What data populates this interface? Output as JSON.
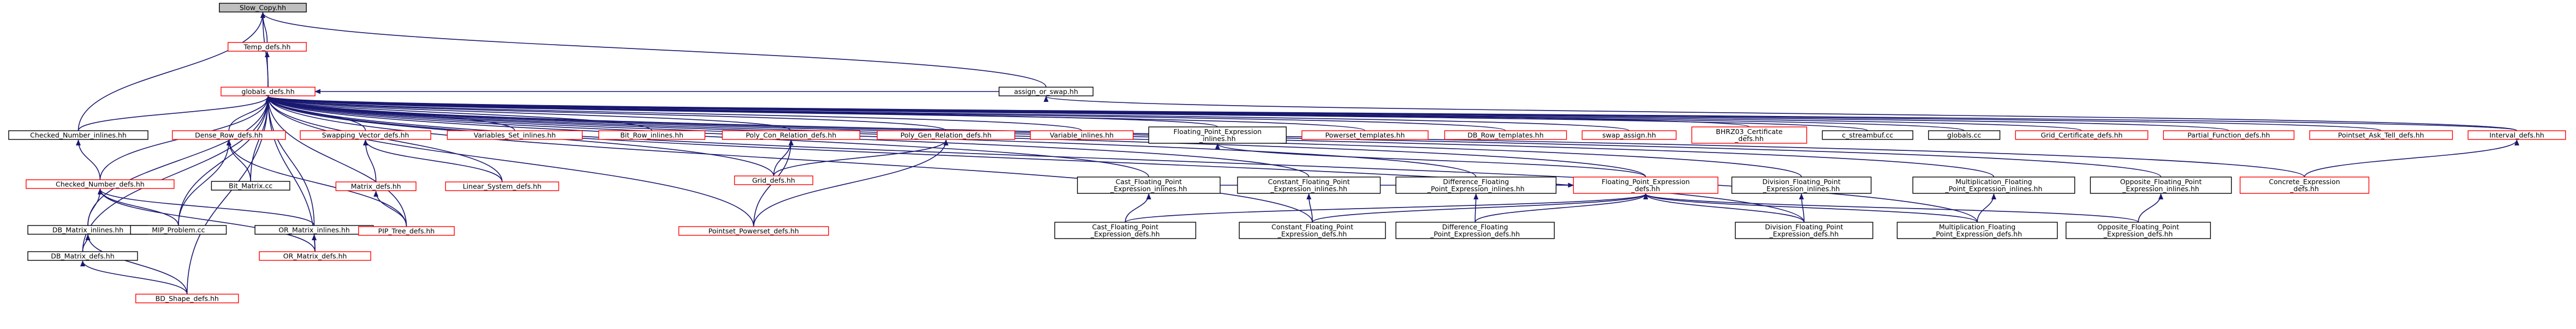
{
  "colors": {
    "edge": "#191970",
    "root_fill": "#bfbfbf",
    "root_border": "#000000",
    "border_normal": "#000000",
    "border_red": "#ff0000",
    "fill": "#ffffff"
  },
  "graph": {
    "nodes": [
      {
        "id": "slow_copy",
        "lines": [
          "Slow_Copy.hh"
        ],
        "kind": "root"
      },
      {
        "id": "temp_defs",
        "lines": [
          "Temp_defs.hh"
        ],
        "kind": "red"
      },
      {
        "id": "globals_defs",
        "lines": [
          "globals_defs.hh"
        ],
        "kind": "red"
      },
      {
        "id": "assign_or_swap",
        "lines": [
          "assign_or_swap.hh"
        ],
        "kind": "normal"
      },
      {
        "id": "checked_number_inlines",
        "lines": [
          "Checked_Number_inlines.hh"
        ],
        "kind": "normal"
      },
      {
        "id": "dense_row_defs",
        "lines": [
          "Dense_Row_defs.hh"
        ],
        "kind": "red"
      },
      {
        "id": "swapping_vector_defs",
        "lines": [
          "Swapping_Vector_defs.hh"
        ],
        "kind": "red"
      },
      {
        "id": "variables_set_inlines",
        "lines": [
          "Variables_Set_inlines.hh"
        ],
        "kind": "red"
      },
      {
        "id": "bit_row_inlines",
        "lines": [
          "Bit_Row_inlines.hh"
        ],
        "kind": "red"
      },
      {
        "id": "poly_con_relation_defs",
        "lines": [
          "Poly_Con_Relation_defs.hh"
        ],
        "kind": "red"
      },
      {
        "id": "poly_gen_relation_defs",
        "lines": [
          "Poly_Gen_Relation_defs.hh"
        ],
        "kind": "red"
      },
      {
        "id": "variable_inlines",
        "lines": [
          "Variable_inlines.hh"
        ],
        "kind": "red"
      },
      {
        "id": "floating_point_expression_inlines",
        "lines": [
          "Floating_Point_Expression",
          "_inlines.hh"
        ],
        "kind": "normal"
      },
      {
        "id": "powerset_templates",
        "lines": [
          "Powerset_templates.hh"
        ],
        "kind": "red"
      },
      {
        "id": "db_row_templates",
        "lines": [
          "DB_Row_templates.hh"
        ],
        "kind": "red"
      },
      {
        "id": "swap_assign",
        "lines": [
          "swap_assign.hh"
        ],
        "kind": "red"
      },
      {
        "id": "bhrz03_certificate_defs",
        "lines": [
          "BHRZ03_Certificate",
          "_defs.hh"
        ],
        "kind": "red"
      },
      {
        "id": "c_streambuf",
        "lines": [
          "c_streambuf.cc"
        ],
        "kind": "normal"
      },
      {
        "id": "globals_cc",
        "lines": [
          "globals.cc"
        ],
        "kind": "normal"
      },
      {
        "id": "grid_certificate_defs",
        "lines": [
          "Grid_Certificate_defs.hh"
        ],
        "kind": "red"
      },
      {
        "id": "partial_function_defs",
        "lines": [
          "Partial_Function_defs.hh"
        ],
        "kind": "red"
      },
      {
        "id": "pointset_ask_tell_defs",
        "lines": [
          "Pointset_Ask_Tell_defs.hh"
        ],
        "kind": "red"
      },
      {
        "id": "interval_defs",
        "lines": [
          "Interval_defs.hh"
        ],
        "kind": "red"
      },
      {
        "id": "checked_number_defs",
        "lines": [
          "Checked_Number_defs.hh"
        ],
        "kind": "red"
      },
      {
        "id": "bit_matrix_cc",
        "lines": [
          "Bit_Matrix.cc"
        ],
        "kind": "normal"
      },
      {
        "id": "matrix_defs",
        "lines": [
          "Matrix_defs.hh"
        ],
        "kind": "red"
      },
      {
        "id": "linear_system_defs",
        "lines": [
          "Linear_System_defs.hh"
        ],
        "kind": "red"
      },
      {
        "id": "grid_defs",
        "lines": [
          "Grid_defs.hh"
        ],
        "kind": "red"
      },
      {
        "id": "cast_floating_point_expression_inlines",
        "lines": [
          "Cast_Floating_Point",
          "_Expression_inlines.hh"
        ],
        "kind": "normal"
      },
      {
        "id": "constant_floating_point_expression_inlines",
        "lines": [
          "Constant_Floating_Point",
          "_Expression_inlines.hh"
        ],
        "kind": "normal"
      },
      {
        "id": "difference_floating_point_expression_inlines",
        "lines": [
          "Difference_Floating",
          "_Point_Expression_inlines.hh"
        ],
        "kind": "normal"
      },
      {
        "id": "floating_point_expression_defs",
        "lines": [
          "Floating_Point_Expression",
          "_defs.hh"
        ],
        "kind": "red"
      },
      {
        "id": "division_floating_point_expression_inlines",
        "lines": [
          "Division_Floating_Point",
          "_Expression_inlines.hh"
        ],
        "kind": "normal"
      },
      {
        "id": "multiplication_floating_point_expression_inlines",
        "lines": [
          "Multiplication_Floating",
          "_Point_Expression_inlines.hh"
        ],
        "kind": "normal"
      },
      {
        "id": "opposite_floating_point_expression_inlines",
        "lines": [
          "Opposite_Floating_Point",
          "_Expression_inlines.hh"
        ],
        "kind": "normal"
      },
      {
        "id": "concrete_expression_defs",
        "lines": [
          "Concrete_Expression",
          "_defs.hh"
        ],
        "kind": "red"
      },
      {
        "id": "db_matrix_inlines",
        "lines": [
          "DB_Matrix_inlines.hh"
        ],
        "kind": "normal"
      },
      {
        "id": "mip_problem_cc",
        "lines": [
          "MIP_Problem.cc"
        ],
        "kind": "normal"
      },
      {
        "id": "or_matrix_inlines",
        "lines": [
          "OR_Matrix_inlines.hh"
        ],
        "kind": "normal"
      },
      {
        "id": "pip_tree_defs",
        "lines": [
          "PIP_Tree_defs.hh"
        ],
        "kind": "red"
      },
      {
        "id": "pointset_powerset_defs",
        "lines": [
          "Pointset_Powerset_defs.hh"
        ],
        "kind": "red"
      },
      {
        "id": "cast_floating_point_expression_defs",
        "lines": [
          "Cast_Floating_Point",
          "_Expression_defs.hh"
        ],
        "kind": "normal"
      },
      {
        "id": "constant_floating_point_expression_defs",
        "lines": [
          "Constant_Floating_Point",
          "_Expression_defs.hh"
        ],
        "kind": "normal"
      },
      {
        "id": "difference_floating_point_expression_defs",
        "lines": [
          "Difference_Floating",
          "_Point_Expression_defs.hh"
        ],
        "kind": "normal"
      },
      {
        "id": "division_floating_point_expression_defs",
        "lines": [
          "Division_Floating_Point",
          "_Expression_defs.hh"
        ],
        "kind": "normal"
      },
      {
        "id": "multiplication_floating_point_expression_defs",
        "lines": [
          "Multiplication_Floating",
          "_Point_Expression_defs.hh"
        ],
        "kind": "normal"
      },
      {
        "id": "opposite_floating_point_expression_defs",
        "lines": [
          "Opposite_Floating_Point",
          "_Expression_defs.hh"
        ],
        "kind": "normal"
      },
      {
        "id": "db_matrix_defs",
        "lines": [
          "DB_Matrix_defs.hh"
        ],
        "kind": "normal"
      },
      {
        "id": "or_matrix_defs",
        "lines": [
          "OR_Matrix_defs.hh"
        ],
        "kind": "red"
      },
      {
        "id": "bd_shape_defs",
        "lines": [
          "BD_Shape_defs.hh"
        ],
        "kind": "red"
      }
    ],
    "edges": [
      [
        "temp_defs",
        "slow_copy"
      ],
      [
        "globals_defs",
        "slow_copy"
      ],
      [
        "assign_or_swap",
        "slow_copy"
      ],
      [
        "checked_number_inlines",
        "slow_copy"
      ],
      [
        "globals_defs",
        "temp_defs"
      ],
      [
        "assign_or_swap",
        "globals_defs"
      ],
      [
        "checked_number_inlines",
        "globals_defs"
      ],
      [
        "dense_row_defs",
        "globals_defs"
      ],
      [
        "swapping_vector_defs",
        "globals_defs"
      ],
      [
        "variables_set_inlines",
        "globals_defs"
      ],
      [
        "bit_row_inlines",
        "globals_defs"
      ],
      [
        "poly_con_relation_defs",
        "globals_defs"
      ],
      [
        "poly_gen_relation_defs",
        "globals_defs"
      ],
      [
        "variable_inlines",
        "globals_defs"
      ],
      [
        "floating_point_expression_inlines",
        "globals_defs"
      ],
      [
        "powerset_templates",
        "globals_defs"
      ],
      [
        "db_row_templates",
        "globals_defs"
      ],
      [
        "swap_assign",
        "globals_defs"
      ],
      [
        "bhrz03_certificate_defs",
        "globals_defs"
      ],
      [
        "c_streambuf",
        "globals_defs"
      ],
      [
        "globals_cc",
        "globals_defs"
      ],
      [
        "grid_certificate_defs",
        "globals_defs"
      ],
      [
        "partial_function_defs",
        "globals_defs"
      ],
      [
        "pointset_ask_tell_defs",
        "globals_defs"
      ],
      [
        "interval_defs",
        "globals_defs"
      ],
      [
        "checked_number_defs",
        "globals_defs"
      ],
      [
        "bit_matrix_cc",
        "globals_defs"
      ],
      [
        "linear_system_defs",
        "globals_defs"
      ],
      [
        "grid_defs",
        "globals_defs"
      ],
      [
        "pip_tree_defs",
        "globals_defs"
      ],
      [
        "mip_problem_cc",
        "globals_defs"
      ],
      [
        "or_matrix_inlines",
        "globals_defs"
      ],
      [
        "db_matrix_inlines",
        "globals_defs"
      ],
      [
        "pointset_powerset_defs",
        "globals_defs"
      ],
      [
        "cast_floating_point_expression_inlines",
        "globals_defs"
      ],
      [
        "constant_floating_point_expression_inlines",
        "globals_defs"
      ],
      [
        "difference_floating_point_expression_inlines",
        "globals_defs"
      ],
      [
        "floating_point_expression_defs",
        "globals_defs"
      ],
      [
        "division_floating_point_expression_inlines",
        "globals_defs"
      ],
      [
        "multiplication_floating_point_expression_inlines",
        "globals_defs"
      ],
      [
        "opposite_floating_point_expression_inlines",
        "globals_defs"
      ],
      [
        "concrete_expression_defs",
        "globals_defs"
      ],
      [
        "db_matrix_defs",
        "globals_defs"
      ],
      [
        "or_matrix_defs",
        "globals_defs"
      ],
      [
        "bd_shape_defs",
        "globals_defs"
      ],
      [
        "constant_floating_point_expression_defs",
        "globals_defs"
      ],
      [
        "division_floating_point_expression_defs",
        "globals_defs"
      ],
      [
        "multiplication_floating_point_expression_defs",
        "globals_defs"
      ],
      [
        "interval_defs",
        "assign_or_swap"
      ],
      [
        "checked_number_defs",
        "checked_number_inlines"
      ],
      [
        "bit_matrix_cc",
        "dense_row_defs"
      ],
      [
        "mip_problem_cc",
        "dense_row_defs"
      ],
      [
        "pip_tree_defs",
        "dense_row_defs"
      ],
      [
        "matrix_defs",
        "swapping_vector_defs"
      ],
      [
        "linear_system_defs",
        "swapping_vector_defs"
      ],
      [
        "grid_defs",
        "poly_con_relation_defs"
      ],
      [
        "pointset_powerset_defs",
        "poly_con_relation_defs"
      ],
      [
        "grid_defs",
        "poly_gen_relation_defs"
      ],
      [
        "pointset_powerset_defs",
        "poly_gen_relation_defs"
      ],
      [
        "floating_point_expression_defs",
        "floating_point_expression_inlines"
      ],
      [
        "concrete_expression_defs",
        "interval_defs"
      ],
      [
        "db_matrix_inlines",
        "checked_number_defs"
      ],
      [
        "mip_problem_cc",
        "checked_number_defs"
      ],
      [
        "or_matrix_inlines",
        "checked_number_defs"
      ],
      [
        "or_matrix_defs",
        "checked_number_defs"
      ],
      [
        "pip_tree_defs",
        "matrix_defs"
      ],
      [
        "cast_floating_point_expression_inlines",
        "floating_point_expression_defs"
      ],
      [
        "cast_floating_point_expression_defs",
        "floating_point_expression_defs"
      ],
      [
        "constant_floating_point_expression_defs",
        "floating_point_expression_defs"
      ],
      [
        "difference_floating_point_expression_defs",
        "floating_point_expression_defs"
      ],
      [
        "division_floating_point_expression_defs",
        "floating_point_expression_defs"
      ],
      [
        "multiplication_floating_point_expression_defs",
        "floating_point_expression_defs"
      ],
      [
        "opposite_floating_point_expression_defs",
        "floating_point_expression_defs"
      ],
      [
        "cast_floating_point_expression_defs",
        "cast_floating_point_expression_inlines"
      ],
      [
        "constant_floating_point_expression_defs",
        "constant_floating_point_expression_inlines"
      ],
      [
        "difference_floating_point_expression_defs",
        "difference_floating_point_expression_inlines"
      ],
      [
        "division_floating_point_expression_defs",
        "division_floating_point_expression_inlines"
      ],
      [
        "multiplication_floating_point_expression_defs",
        "multiplication_floating_point_expression_inlines"
      ],
      [
        "opposite_floating_point_expression_defs",
        "opposite_floating_point_expression_inlines"
      ],
      [
        "db_matrix_defs",
        "db_matrix_inlines"
      ],
      [
        "bd_shape_defs",
        "db_matrix_inlines"
      ],
      [
        "or_matrix_defs",
        "or_matrix_inlines"
      ],
      [
        "bd_shape_defs",
        "db_matrix_defs"
      ]
    ]
  }
}
